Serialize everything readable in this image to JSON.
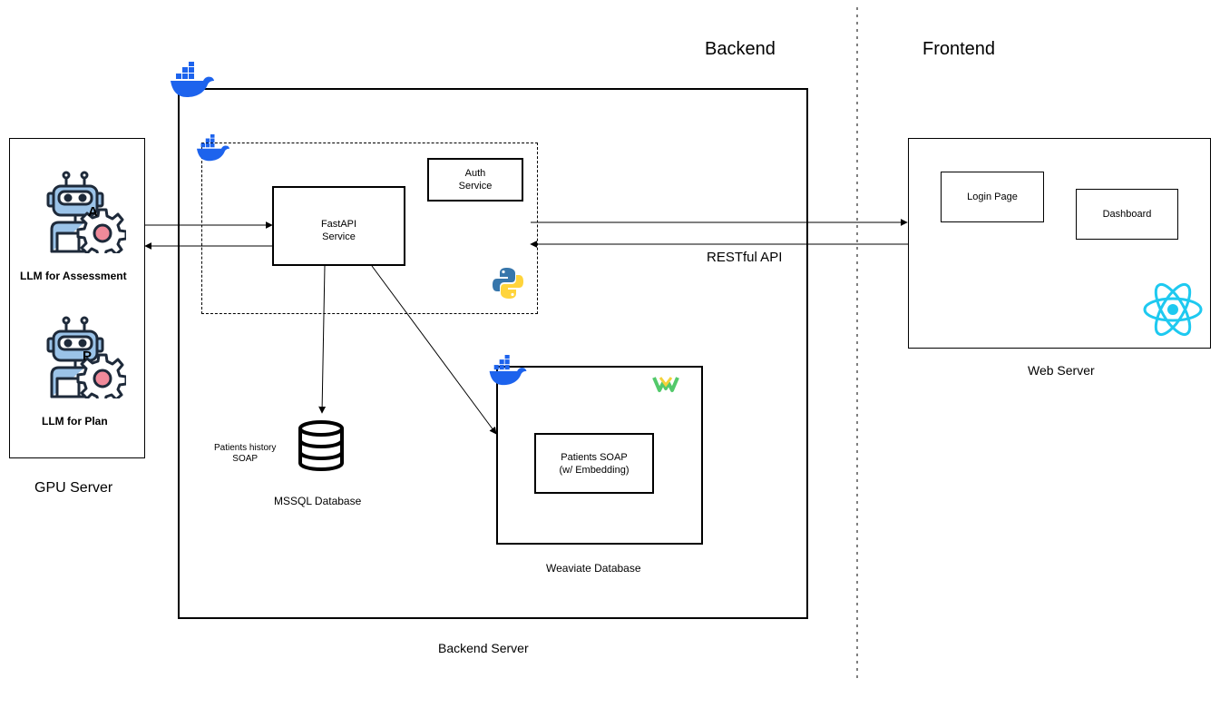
{
  "sections": {
    "backend_title": "Backend",
    "frontend_title": "Frontend"
  },
  "gpu_server": {
    "label": "GPU Server",
    "llm_assessment": {
      "label": "LLM for Assessment",
      "badge": "A"
    },
    "llm_plan": {
      "label": "LLM for Plan",
      "badge": "P"
    }
  },
  "backend_server": {
    "label": "Backend Server",
    "fastapi": "FastAPI\nService",
    "auth": "Auth\nService",
    "mssql": {
      "label": "MSSQL Database",
      "content": "Patients history\nSOAP"
    },
    "weaviate": {
      "label": "Weaviate Database",
      "content": "Patients SOAP\n(w/ Embedding)"
    }
  },
  "web_server": {
    "label": "Web Server",
    "login_page": "Login Page",
    "dashboard": "Dashboard"
  },
  "connection": {
    "label": "RESTful API"
  },
  "icons": {
    "docker": "docker-icon",
    "python": "python-icon",
    "react": "react-icon",
    "weaviate": "weaviate-icon",
    "robot": "robot-icon",
    "database": "database-icon"
  },
  "colors": {
    "docker_blue": "#1D63ED",
    "python_blue": "#3776AB",
    "python_yellow": "#FFD43B",
    "react_cyan": "#1EC9F0",
    "robot_blue": "#9BC3E8",
    "robot_outline": "#1E2A3A",
    "robot_pink": "#F08A9A",
    "weaviate_green": "#53C96B",
    "weaviate_yellow": "#F4D23A"
  }
}
